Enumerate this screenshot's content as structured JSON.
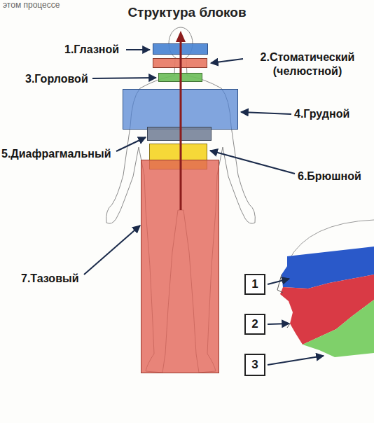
{
  "diagram": {
    "title": "Структура блоков",
    "nodes": [
      {
        "text": [
          "1.Глазной"
        ]
      },
      {
        "text": [
          "2.Стоматический (челюстной)"
        ]
      },
      {
        "text": [
          "3.Горловой"
        ]
      },
      {
        "text": [
          "4.Грудной"
        ]
      },
      {
        "text": [
          "5.Диафрагмальный"
        ]
      },
      {
        "text": [
          "6.Брюшной"
        ]
      },
      {
        "text": [
          "7.Тазовый"
        ]
      },
      {
        "text": [
          "1"
        ]
      },
      {
        "text": [
          "2"
        ]
      },
      {
        "text": [
          "3"
        ]
      }
    ],
    "labels": [
      "этом процессе"
    ]
  }
}
